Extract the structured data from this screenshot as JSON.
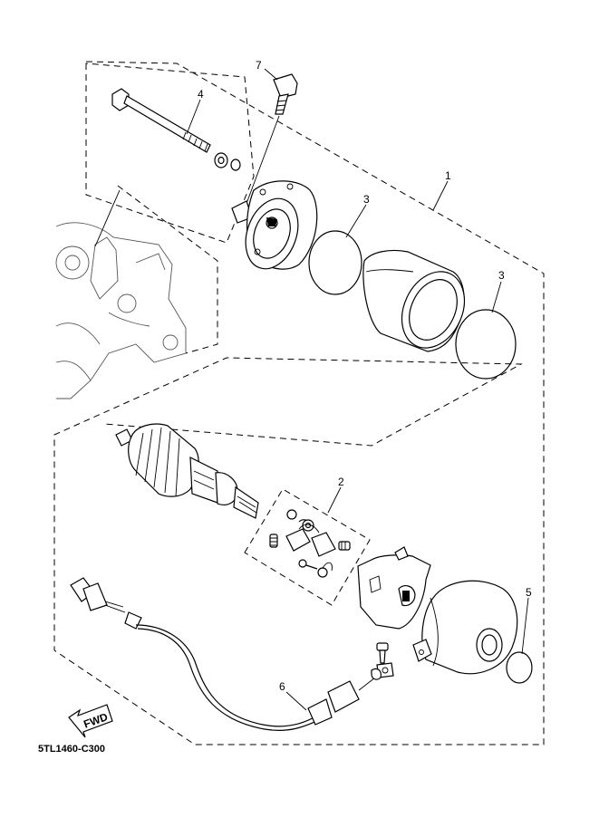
{
  "callouts": [
    "1",
    "2",
    "3",
    "3",
    "4",
    "5",
    "6",
    "7"
  ],
  "direction_marker": "FWD",
  "diagram_code": "5TL1460-C300"
}
